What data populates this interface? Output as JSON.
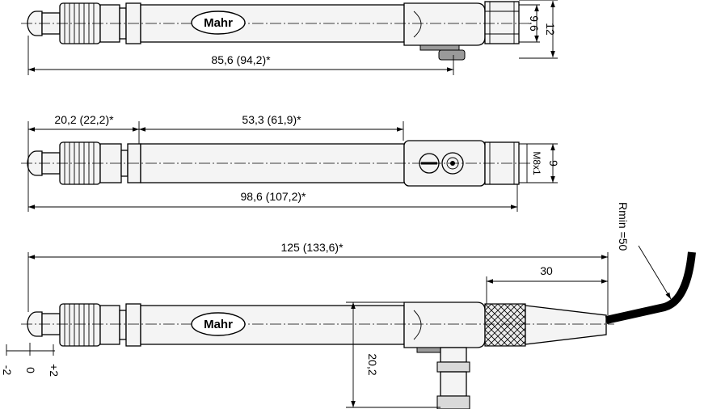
{
  "brand": "Mahr",
  "top": {
    "length_label": "85,6 (94,2)*",
    "dia_inner_label": "9,6",
    "dia_outer_label": "12"
  },
  "middle": {
    "tip_label": "20,2 (22,2)*",
    "body_label": "53,3 (61,9)*",
    "total_label": "98,6 (107,2)*",
    "thread_label": "M8x1",
    "dia_label": "9"
  },
  "bottom": {
    "total_label": "125 (133,6)*",
    "cable_label": "30",
    "height_label": "20,2",
    "radius_label": "Rmin =50",
    "travel_labels": [
      "-2",
      "0",
      "+2"
    ]
  }
}
